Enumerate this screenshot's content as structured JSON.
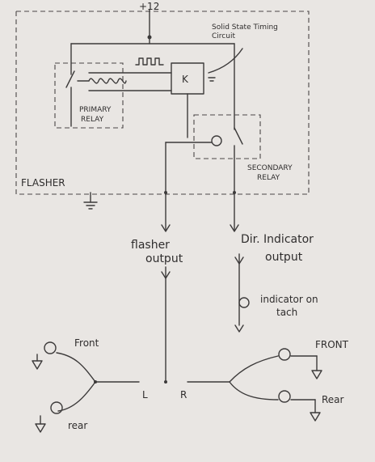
{
  "labels": {
    "supply": "+12",
    "timing_circuit": "Solid State Timing Circuit",
    "timing_k": "K",
    "primary_relay": "PRIMARY RELAY",
    "secondary_relay": "SECONDARY RELAY",
    "flasher": "FLASHER",
    "flasher_output_1": "flasher",
    "flasher_output_2": "output",
    "dir_indicator_1": "Dir. Indicator",
    "dir_indicator_2": "output",
    "indicator_on_tach_1": "indicator on",
    "indicator_on_tach_2": "tach",
    "left_front": "Front",
    "left_rear": "rear",
    "right_front": "FRONT",
    "right_rear": "Rear",
    "left": "L",
    "right": "R"
  },
  "colors": {
    "paper": "#e9e6e3",
    "ink": "#3c3a3a"
  }
}
